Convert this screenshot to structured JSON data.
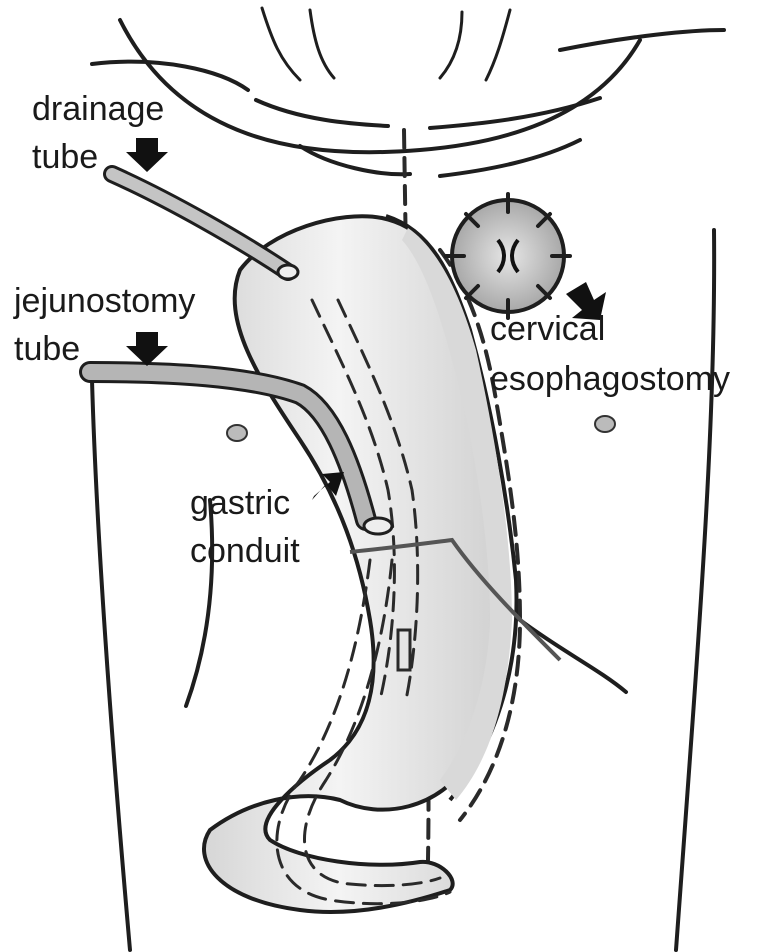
{
  "labels": {
    "drainage_line1": "drainage",
    "drainage_line2": "tube",
    "jejuno_line1": "jejunostomy",
    "jejuno_line2": "tube",
    "cervical_line1": "cervical",
    "cervical_line2": "esophagostomy",
    "gastric_line1": "gastric",
    "gastric_line2": "conduit"
  },
  "colors": {
    "ink": "#1e1e1e",
    "skin": "#ffffff",
    "conduit_fill": "#ececec",
    "tube_fill": "#bdbdbd",
    "stoma_fill": "#c8c8c8",
    "arrow": "#111111"
  }
}
